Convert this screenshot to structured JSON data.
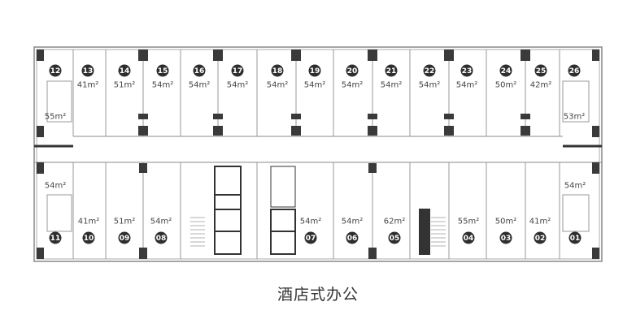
{
  "caption": "酒店式办公",
  "area_unit": "m²",
  "top_units": [
    {
      "no": "12",
      "area": "55"
    },
    {
      "no": "13",
      "area": "41"
    },
    {
      "no": "14",
      "area": "51"
    },
    {
      "no": "15",
      "area": "54"
    },
    {
      "no": "16",
      "area": "54"
    },
    {
      "no": "17",
      "area": "54"
    },
    {
      "no": "18",
      "area": "54"
    },
    {
      "no": "19",
      "area": "54"
    },
    {
      "no": "20",
      "area": "54"
    },
    {
      "no": "21",
      "area": "54"
    },
    {
      "no": "22",
      "area": "54"
    },
    {
      "no": "23",
      "area": "54"
    },
    {
      "no": "24",
      "area": "50"
    },
    {
      "no": "25",
      "area": "42"
    },
    {
      "no": "26",
      "area": "53"
    }
  ],
  "bottom_units": [
    {
      "no": "11",
      "area": "54"
    },
    {
      "no": "10",
      "area": "41"
    },
    {
      "no": "09",
      "area": "51"
    },
    {
      "no": "08",
      "area": "54"
    },
    {
      "no": "07",
      "area": "54"
    },
    {
      "no": "06",
      "area": "54"
    },
    {
      "no": "05",
      "area": "62"
    },
    {
      "no": "04",
      "area": "55"
    },
    {
      "no": "03",
      "area": "50"
    },
    {
      "no": "02",
      "area": "41"
    },
    {
      "no": "01",
      "area": "54"
    }
  ],
  "colors": {
    "wall": "#888888",
    "column": "#3a3a3a",
    "badge": "#2e2e2e"
  }
}
